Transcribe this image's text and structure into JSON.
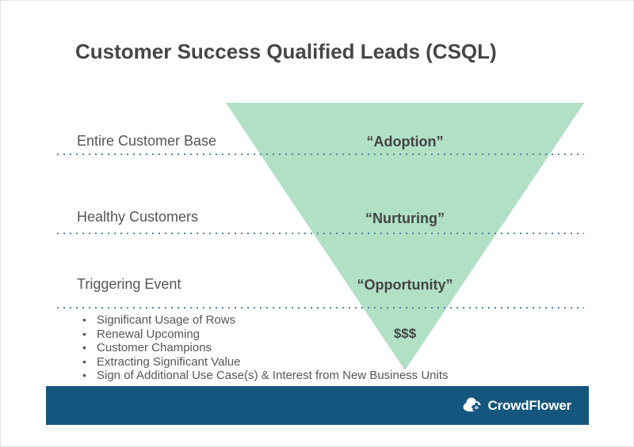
{
  "slide": {
    "title": "Customer Success Qualified Leads (CSQL)",
    "funnel": {
      "stages": [
        {
          "left_label": "Entire Customer Base",
          "stage_label": "“Adoption”"
        },
        {
          "left_label": "Healthy Customers",
          "stage_label": "“Nurturing”"
        },
        {
          "left_label": "Triggering Event",
          "stage_label": "“Opportunity”"
        }
      ],
      "outcome_label": "$$$"
    },
    "bullets": [
      "Significant Usage of Rows",
      "Renewal Upcoming",
      "Customer Champions",
      "Extracting Significant Value",
      "Sign of Additional Use Case(s) & Interest from New Business Units"
    ],
    "footer": {
      "brand": "CrowdFlower"
    },
    "colors": {
      "triangle_green": "#b1e0c4",
      "dotted_line": "#4b89a3",
      "footer_blue": "#15567e",
      "title_text": "#464648",
      "body_text": "#55565a"
    }
  }
}
